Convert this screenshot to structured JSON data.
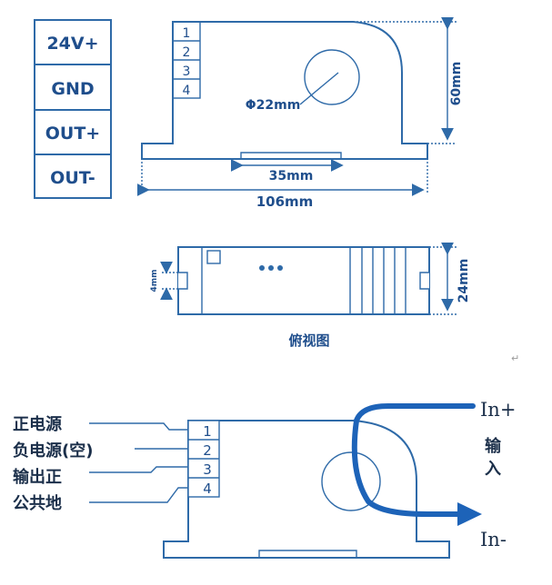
{
  "pin_table": {
    "rows": [
      "24V+",
      "GND",
      "OUT+",
      "OUT-"
    ]
  },
  "front_view": {
    "pins": [
      "1",
      "2",
      "3",
      "4"
    ],
    "hole_label": "Φ22mm",
    "height_label": "60mm",
    "slot_label": "35mm",
    "width_label": "106mm"
  },
  "top_view": {
    "slot_label": "4mm",
    "height_label": "24mm",
    "caption": "俯视图"
  },
  "return_mark": "↵",
  "wiring": {
    "labels": [
      "正电源",
      "负电源(空)",
      "输出正",
      "公共地"
    ],
    "pins": [
      "1",
      "2",
      "3",
      "4"
    ],
    "in_plus": "In+",
    "in_minus": "In-",
    "input_text": "输入",
    "input_text_lines": [
      "输",
      "入"
    ]
  },
  "colors": {
    "line": "#2e6aa8",
    "text": "#1f4e8c",
    "arrow": "#1d63b8",
    "label_dark": "#1b2f4a"
  }
}
